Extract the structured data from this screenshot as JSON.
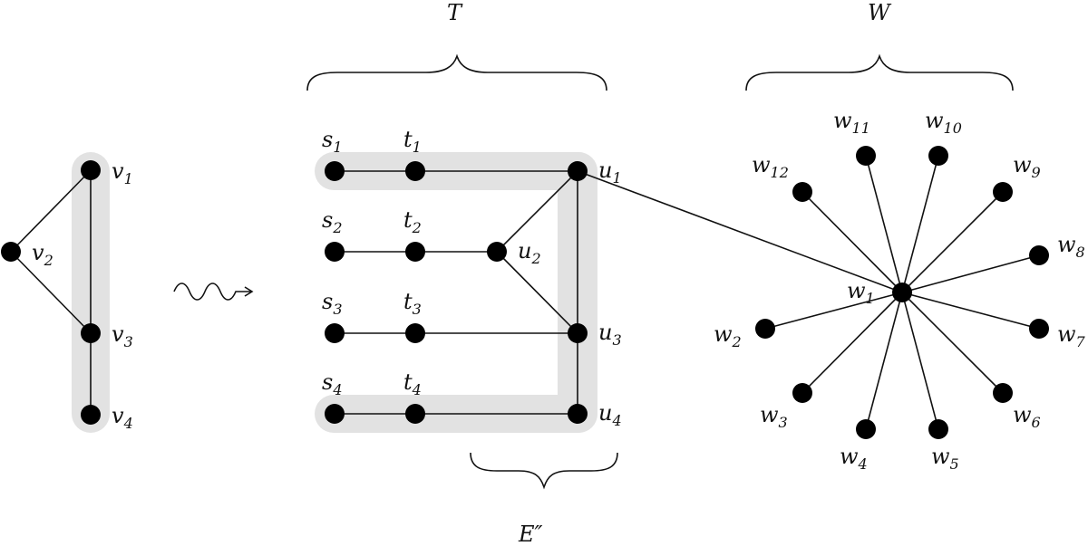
{
  "left_graph": {
    "vertices": [
      {
        "name": "v",
        "sub": "1"
      },
      {
        "name": "v",
        "sub": "2"
      },
      {
        "name": "v",
        "sub": "3"
      },
      {
        "name": "v",
        "sub": "4"
      }
    ]
  },
  "middle_graph": {
    "vertices": [
      {
        "name": "s",
        "sub": "1"
      },
      {
        "name": "t",
        "sub": "1"
      },
      {
        "name": "s",
        "sub": "2"
      },
      {
        "name": "t",
        "sub": "2"
      },
      {
        "name": "s",
        "sub": "3"
      },
      {
        "name": "t",
        "sub": "3"
      },
      {
        "name": "s",
        "sub": "4"
      },
      {
        "name": "t",
        "sub": "4"
      },
      {
        "name": "u",
        "sub": "1"
      },
      {
        "name": "u",
        "sub": "2"
      },
      {
        "name": "u",
        "sub": "3"
      },
      {
        "name": "u",
        "sub": "4"
      }
    ]
  },
  "right_graph": {
    "center": {
      "name": "w",
      "sub": "1"
    },
    "leaves": [
      {
        "name": "w",
        "sub": "2"
      },
      {
        "name": "w",
        "sub": "3"
      },
      {
        "name": "w",
        "sub": "4"
      },
      {
        "name": "w",
        "sub": "5"
      },
      {
        "name": "w",
        "sub": "6"
      },
      {
        "name": "w",
        "sub": "7"
      },
      {
        "name": "w",
        "sub": "8"
      },
      {
        "name": "w",
        "sub": "9"
      },
      {
        "name": "w",
        "sub": "10"
      },
      {
        "name": "w",
        "sub": "11"
      },
      {
        "name": "w",
        "sub": "12"
      }
    ]
  },
  "braces": {
    "T": "T",
    "W": "W",
    "E2": "E″"
  }
}
